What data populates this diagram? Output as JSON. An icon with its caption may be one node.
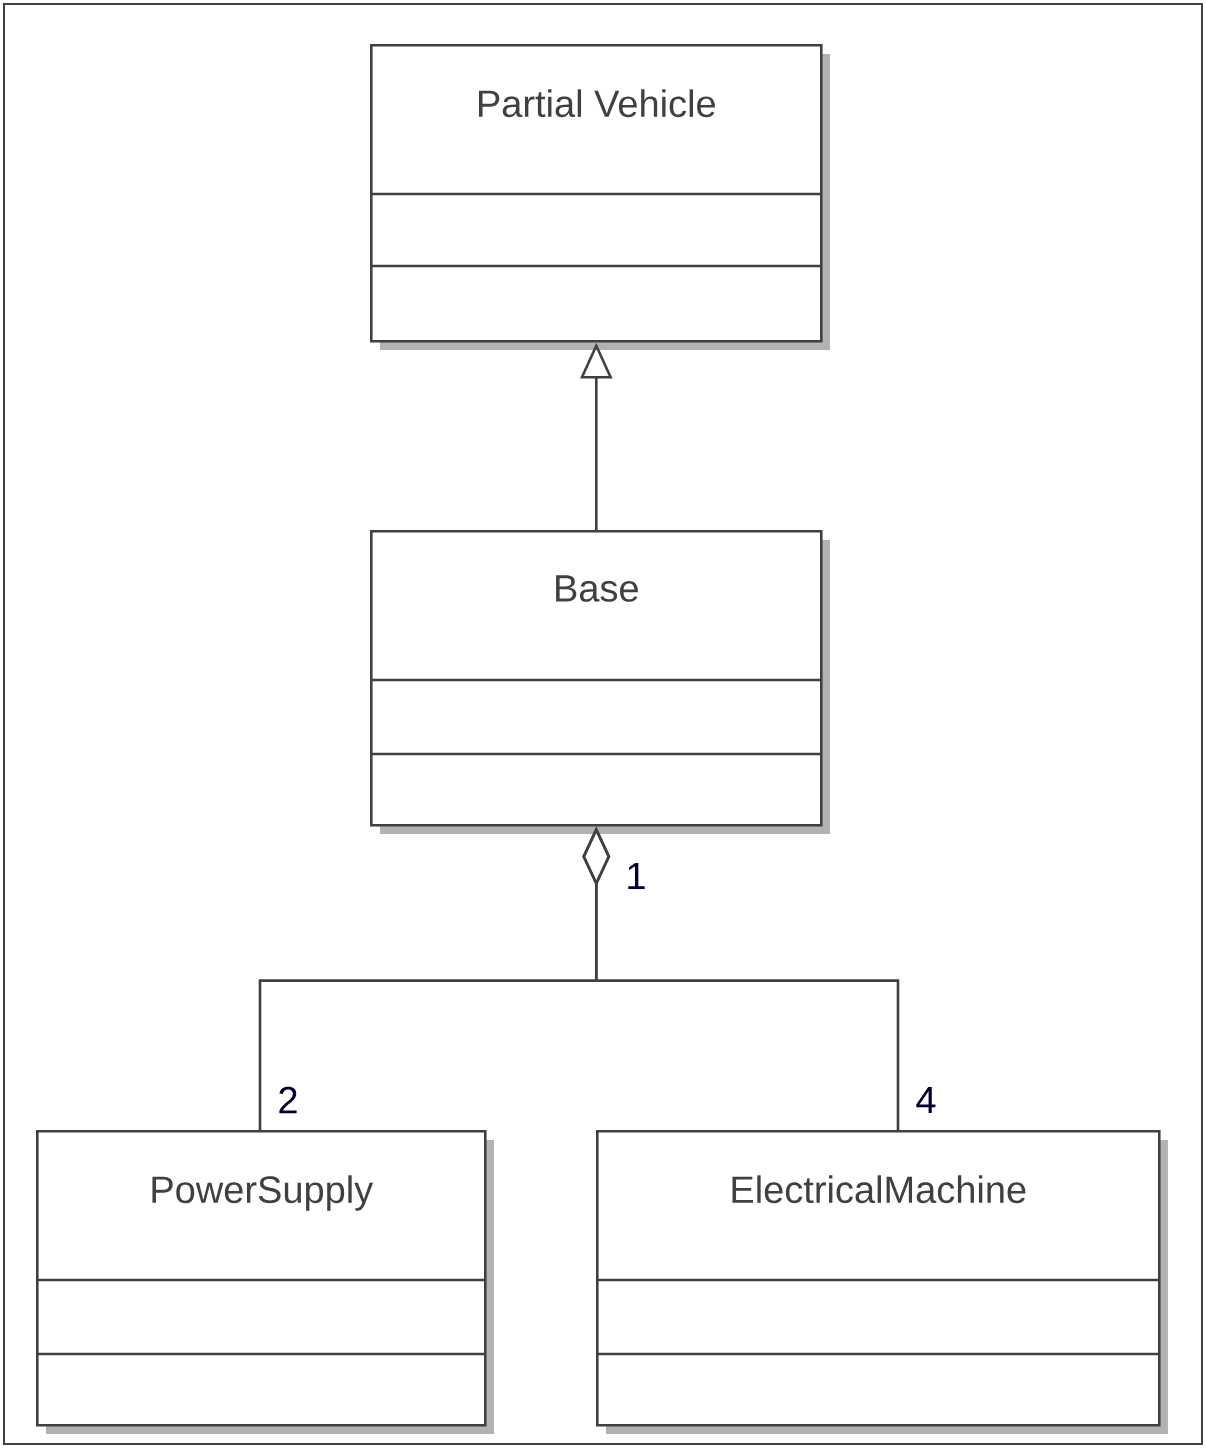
{
  "diagram": {
    "nodes": [
      {
        "text": [
          "Partial Vehicle"
        ]
      },
      {
        "text": [
          "Base"
        ]
      },
      {
        "text": [
          "PowerSupply"
        ]
      },
      {
        "text": [
          "ElectricalMachine"
        ]
      }
    ],
    "edges": [
      {
        "from": 1,
        "to": 0,
        "arrow": "to"
      },
      {
        "from": 1,
        "to": 2,
        "arrow": "other",
        "label": "2"
      },
      {
        "from": 1,
        "to": 3,
        "arrow": "other",
        "label": "4"
      }
    ],
    "labels": [
      "1"
    ]
  }
}
